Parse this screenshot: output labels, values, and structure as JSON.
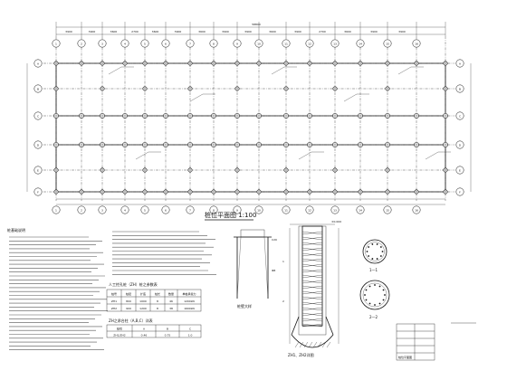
{
  "plan": {
    "title": "桩位平面图 1:100",
    "overall_dimension": "58800",
    "top_axis_labels": [
      "1",
      "2",
      "3",
      "4",
      "5",
      "6",
      "7",
      "8",
      "9",
      "10",
      "11",
      "12",
      "13",
      "14",
      "15",
      "16"
    ],
    "row_labels": [
      "A",
      "B",
      "C",
      "D",
      "E",
      "F"
    ],
    "top_dimensions": [
      "3900",
      "3900",
      "3600",
      "2700",
      "3600",
      "3900",
      "3600",
      "3900",
      "3900",
      "3600",
      "3900",
      "2700",
      "3600",
      "3900",
      "3900"
    ]
  },
  "notes": {
    "heading": "桩基础说明"
  },
  "table1": {
    "title": "人工挖孔桩（ZH）桩之参数表",
    "headers": [
      "桩号",
      "桩径",
      "扩底",
      "桩长",
      "数量",
      "单桩承载力"
    ],
    "rows": [
      [
        "ZH1",
        "800",
        "1000",
        "8",
        "46",
        "1200kN"
      ],
      [
        "ZH2",
        "900",
        "1200",
        "8",
        "38",
        "1600kN"
      ]
    ]
  },
  "table2": {
    "title": "ZH之承台柱（A,B,C）详表",
    "headers": [
      "桩号",
      "A",
      "B",
      "C"
    ],
    "rows": [
      [
        "ZH1/ZH2",
        "0.46",
        "0.75",
        "1.0"
      ]
    ]
  },
  "details": {
    "pile_wall_label": "桩壁大样",
    "pile_elevation_label": "ZH1、ZH2详图",
    "section_1": "1—1",
    "section_2": "2—2"
  },
  "titleblock": {
    "label": "桩位平面图"
  }
}
